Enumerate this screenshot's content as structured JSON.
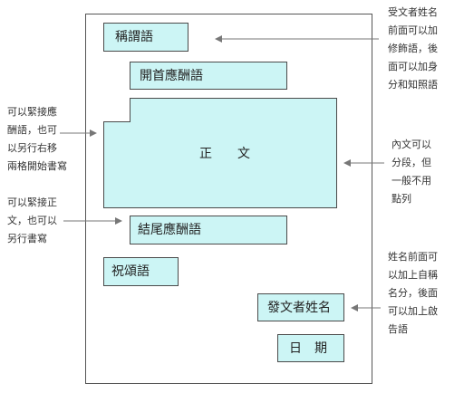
{
  "boxes": {
    "salutation": "稱謂語",
    "opening": "開首應酬語",
    "body": "正　　文",
    "closing": "結尾應酬語",
    "blessing": "祝頌語",
    "sender": "發文者姓名",
    "date": "日　期"
  },
  "notes": {
    "right_top": "受文者姓名\n前面可以加\n修飾語，後\n面可以加身\n分和知照語",
    "left_top": "可以緊接應\n酬語，也可\n以另行右移\n兩格開始書寫",
    "right_mid": "內文可以\n分段，但\n一般不用\n點列",
    "left_bottom": "可以緊接正\n文，也可以\n另行書寫",
    "right_bottom": "姓名前面可\n以加上自稱\n名分，後面\n可以加上啟\n告語"
  },
  "colors": {
    "box_fill": "#ccf5f5",
    "line": "#555555",
    "arrow": "#777777"
  }
}
